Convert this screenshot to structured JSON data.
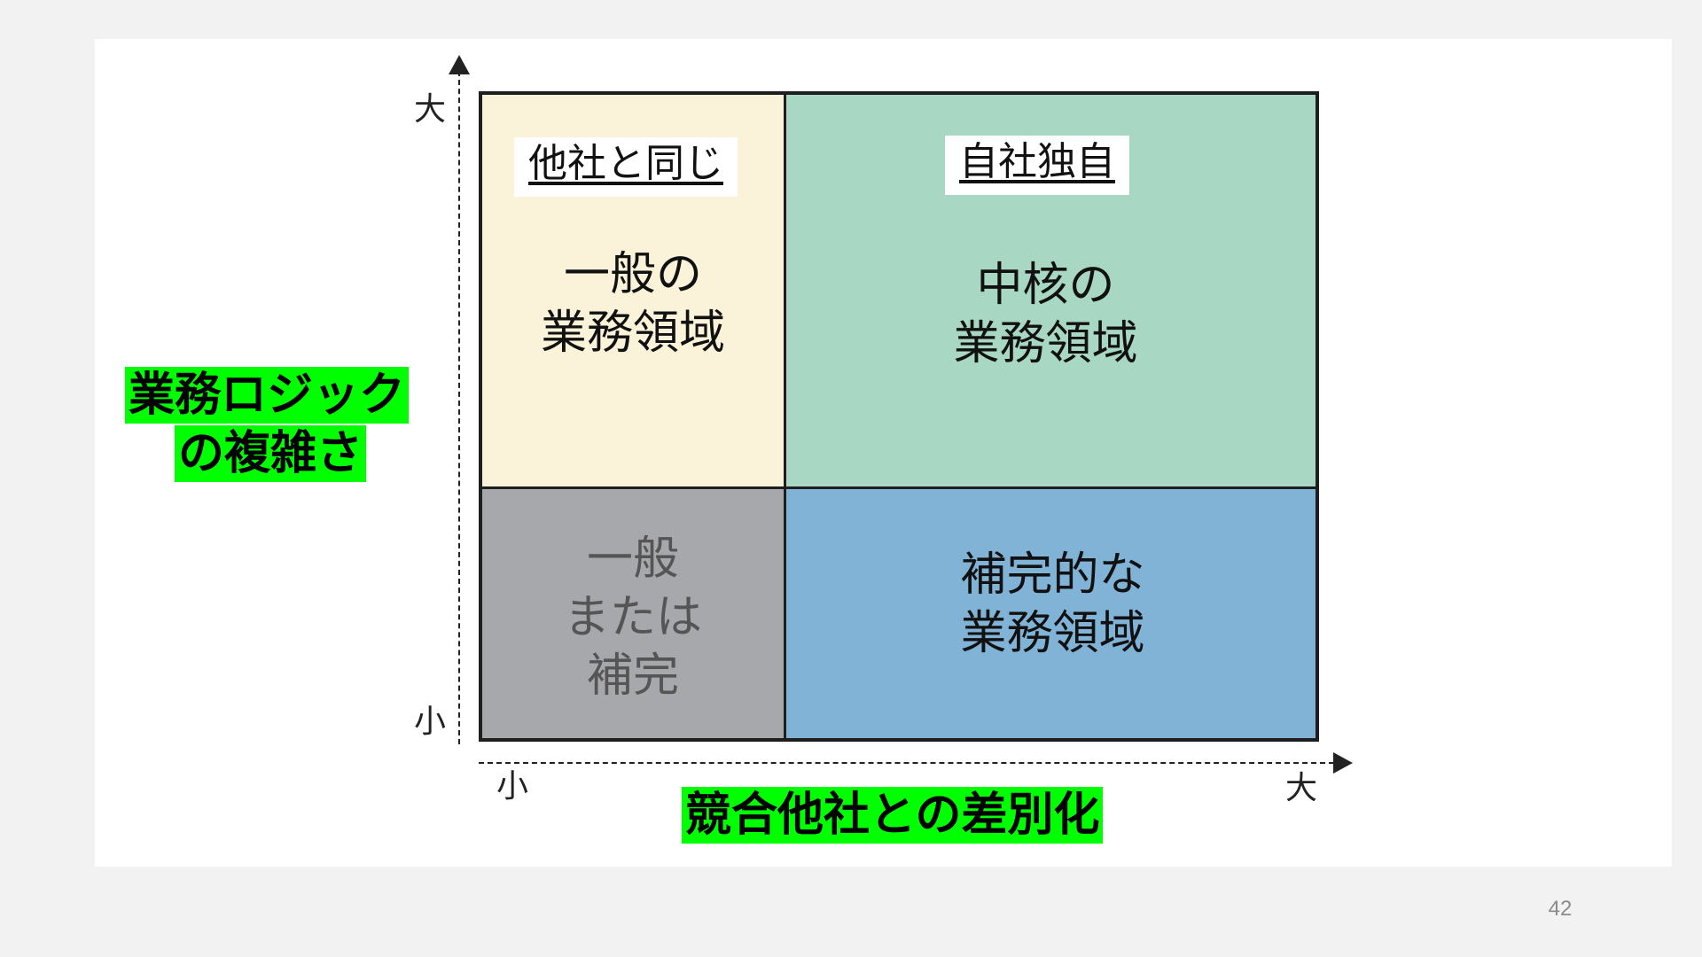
{
  "diagram": {
    "y_axis": {
      "title_line1": "業務ロジック",
      "title_line2": "の複雑さ",
      "high_label": "大",
      "low_label": "小"
    },
    "x_axis": {
      "title": "競合他社との差別化",
      "low_label": "小",
      "high_label": "大"
    },
    "quadrants": {
      "top_left": {
        "badge": "他社と同じ",
        "text": "一般の\n業務領域",
        "color": "#faf3d9"
      },
      "top_right": {
        "badge": "自社独自",
        "text": "中核の\n業務領域",
        "color": "#a8d7c3"
      },
      "bottom_left": {
        "text": "一般\nまたは\n補完",
        "color": "#a7a8ab",
        "text_color": "#555555"
      },
      "bottom_right": {
        "text": "補完的な\n業務領域",
        "color": "#80b3d6"
      }
    },
    "highlight_color": "#00ff00"
  },
  "page_number": "42"
}
